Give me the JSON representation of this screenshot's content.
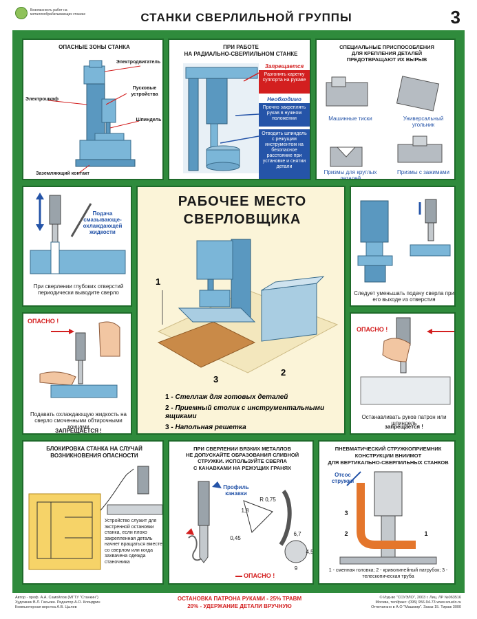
{
  "header": {
    "logo_caption": "Безопасность работ на металлообрабатывающих станках",
    "title": "СТАНКИ СВЕРЛИЛЬНОЙ ГРУППЫ",
    "sheet_number": "3"
  },
  "panel_hazards": {
    "title": "ОПАСНЫЕ ЗОНЫ СТАНКА",
    "labels": [
      "Электродвигатель",
      "Электрошкаф",
      "Пусковые устройства",
      "Шпиндель",
      "Заземляющий контакт"
    ]
  },
  "panel_radial": {
    "title_1": "ПРИ РАБОТЕ",
    "title_2": "НА РАДИАЛЬНО-СВЕРЛИЛЬНОМ СТАНКЕ",
    "forbidden_head": "Запрещается",
    "forbidden_text": "Разгонять каретку суппорта на рукаве",
    "required_head": "Необходимо",
    "required_1": "Прочно закреплять рукав в нужном положении",
    "required_2": "Отводить шпиндель с режущим инструментом на безопасное расстояние при установке и снятии детали"
  },
  "panel_fixtures": {
    "title_1": "СПЕЦИАЛЬНЫЕ ПРИСПОСОБЛЕНИЯ",
    "title_2": "ДЛЯ КРЕПЛЕНИЯ ДЕТАЛЕЙ",
    "title_3": "ПРЕДОТВРАЩАЮТ ИХ ВЫРЫВ",
    "items": [
      "Машинные тиски",
      "Универсальный угольник",
      "Призмы для круглых деталей",
      "Призмы с зажимами"
    ]
  },
  "panel_deep": {
    "label": "Подача смазывающе-охлаждающей жидкости",
    "caption": "При сверлении глубоких отверстий периодически выводите сверло"
  },
  "panel_center": {
    "title_1": "РАБОЧЕЕ МЕСТО",
    "title_2": "СВЕРЛОВЩИКА",
    "num_1": "1",
    "num_2": "2",
    "num_3": "3",
    "legend": [
      {
        "n": "1",
        "dash": "-",
        "text": "Стеллаж для готовых деталей"
      },
      {
        "n": "2",
        "dash": "-",
        "text": "Приемный столик с инструментальными ящиками"
      },
      {
        "n": "3",
        "dash": "-",
        "text": "Напольная решетка"
      }
    ]
  },
  "panel_feed": {
    "caption": "Следует уменьшать подачу сверла при его выходе из отверстия"
  },
  "panel_coolant": {
    "danger": "ОПАСНО !",
    "caption": "Подавать охлаждающую жидкость на сверло смоченными обтирочными концами",
    "forbidden": "ЗАПРЕЩАЕТСЯ !"
  },
  "panel_chuck": {
    "danger": "ОПАСНО !",
    "caption": "Останавливать руков патрон или шпиндель",
    "forbidden": "запрещается !"
  },
  "panel_lock": {
    "title_1": "БЛОКИРОВКА СТАНКА НА СЛУЧАЙ",
    "title_2": "ВОЗНИКНОВЕНИЯ ОПАСНОСТИ",
    "text": "Устройство служит для экстренной остановки станка, если плохо закрепленная деталь начнет вращаться вместе со сверлом или когда захвачена одежда станочника"
  },
  "panel_viscous": {
    "title_1": "ПРИ СВЕРЛЕНИИ ВЯЗКИХ МЕТАЛЛОВ",
    "title_2": "НЕ ДОПУСКАЙТЕ ОБРАЗОВАНИЯ СЛИВНОЙ СТРУЖКИ. ИСПОЛЬЗУЙТЕ СВЕРЛА",
    "title_3": "С КАНАВКАМИ НА РЕЖУЩИХ ГРАНЯХ",
    "profile_label": "Профиль канавки",
    "dims": [
      "R 0,75",
      "1,8",
      "0,45",
      "6,7",
      "4,5",
      "9"
    ],
    "danger": "ОПАСНО !"
  },
  "panel_pneumo": {
    "title_1": "ПНЕВМАТИЧЕСКИЙ СТРУЖКОПРИЕМНИК",
    "title_2": "КОНСТРУКЦИИ ВНИИМОТ",
    "title_3": "ДЛЯ ВЕРТИКАЛЬНО-СВЕРЛИЛЬНЫХ СТАНКОВ",
    "suction_label": "Отсос стружки",
    "nums": [
      "3",
      "2",
      "1"
    ],
    "caption": "1 - сменная головка; 2 - криволинейный патрубок; 3 - телескопическая труба"
  },
  "footer": {
    "credits": [
      "Автор - проф. А.А. Самойлов (МГТУ \"Станкин\")",
      "Художник В.Л. Гаськин. Редактор А.О. Клоидрин",
      "Компьютерная верстка А.В. Цылев"
    ],
    "stat_1": "ОСТАНОВКА ПАТРОНА РУКАМИ - 25% ТРАВМ",
    "stat_2": "20% - УДЕРЖАНИЕ ДЕТАЛИ ВРУЧНУЮ",
    "publisher": [
      "© Изд-во \"СОУЭЛО\", 2003 г. Лиц. ЛР №063516",
      "Москва, тел/факс: (095) 956-94-73 www.souelo.ru",
      "Отпечатано в А.О \"Машмир\". Заказ 15. Тираж 3000"
    ]
  },
  "colors": {
    "frame_green": "#2f8b3c",
    "danger_red": "#d31f1f",
    "info_blue": "#2554a8",
    "machine_blue": "#7bb6d8",
    "center_bg": "#fbf4d8"
  }
}
